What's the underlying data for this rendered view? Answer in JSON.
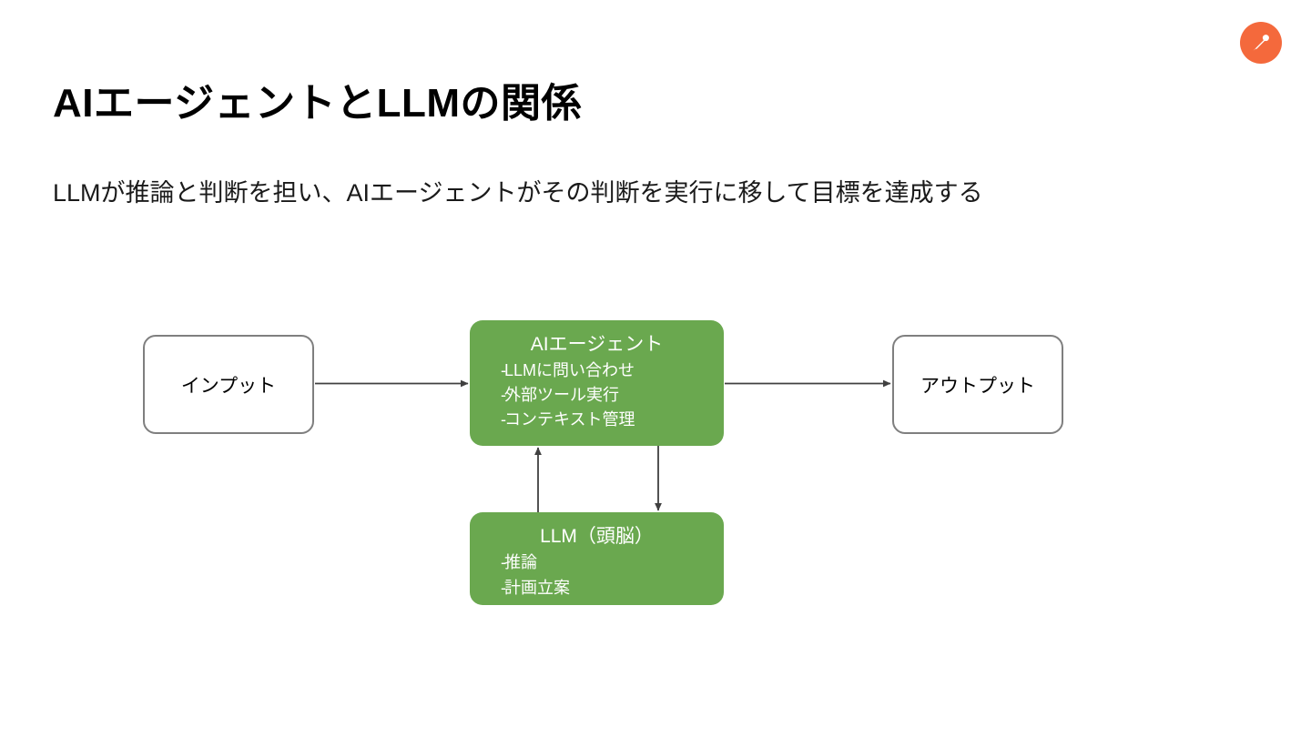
{
  "slide": {
    "title": "AIエージェントとLLMの関係",
    "subtitle": "LLMが推論と判断を担い、AIエージェントがその判断を実行に移して目標を達成する",
    "background_color": "#ffffff"
  },
  "badge": {
    "icon": "pen-icon",
    "background_color": "#f4693c",
    "icon_color": "#ffffff"
  },
  "diagram": {
    "accent_color": "#6aa84f",
    "outline_color": "#7f7f7f",
    "connector_color": "#404040",
    "nodes": [
      {
        "id": "input",
        "title": "インプット",
        "style": "outline",
        "bullets": []
      },
      {
        "id": "agent",
        "title": "AIエージェント",
        "style": "filled",
        "bullets": [
          "LLMに問い合わせ",
          "外部ツール実行",
          "コンテキスト管理"
        ]
      },
      {
        "id": "llm",
        "title": "LLM（頭脳）",
        "style": "filled",
        "bullets": [
          "推論",
          "計画立案"
        ]
      },
      {
        "id": "output",
        "title": "アウトプット",
        "style": "outline",
        "bullets": []
      }
    ],
    "bullet_marker": "-",
    "connectors": [
      {
        "from": "input",
        "to": "agent",
        "direction": "right"
      },
      {
        "from": "agent",
        "to": "output",
        "direction": "right"
      },
      {
        "from": "agent",
        "to": "llm",
        "direction": "down"
      },
      {
        "from": "llm",
        "to": "agent",
        "direction": "up"
      }
    ]
  }
}
